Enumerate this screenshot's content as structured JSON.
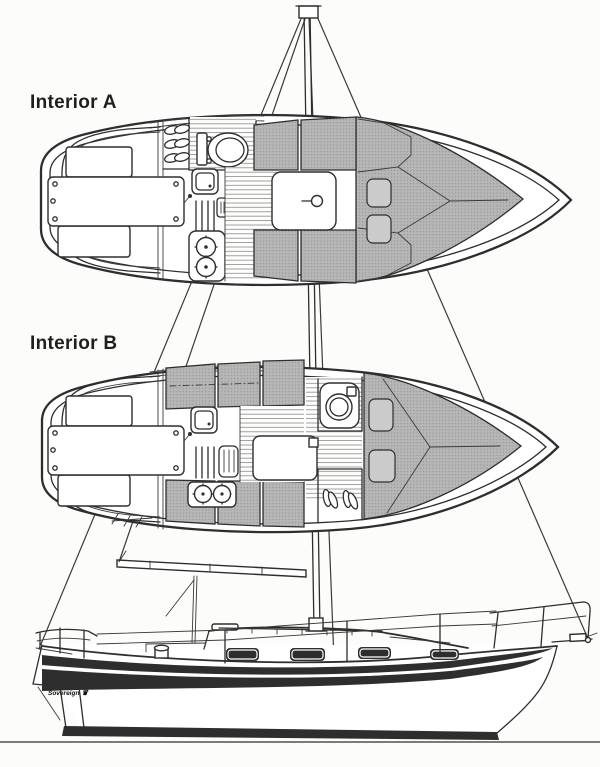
{
  "labels": {
    "interior_a": "Interior A",
    "interior_b": "Interior B"
  },
  "hull": {
    "name": "Sovereign",
    "crown": "♛"
  },
  "icons": [
    {
      "name": "crown-icon",
      "glyph": "♛"
    }
  ],
  "colors": {
    "background": "#fcfcfa",
    "line": "#2e2e2e",
    "cushion_gray": "#b6b6b6",
    "cushion_light": "#cbcbcb",
    "sheer_stripe": "#2e2e2e",
    "window_glass": "#262626"
  }
}
